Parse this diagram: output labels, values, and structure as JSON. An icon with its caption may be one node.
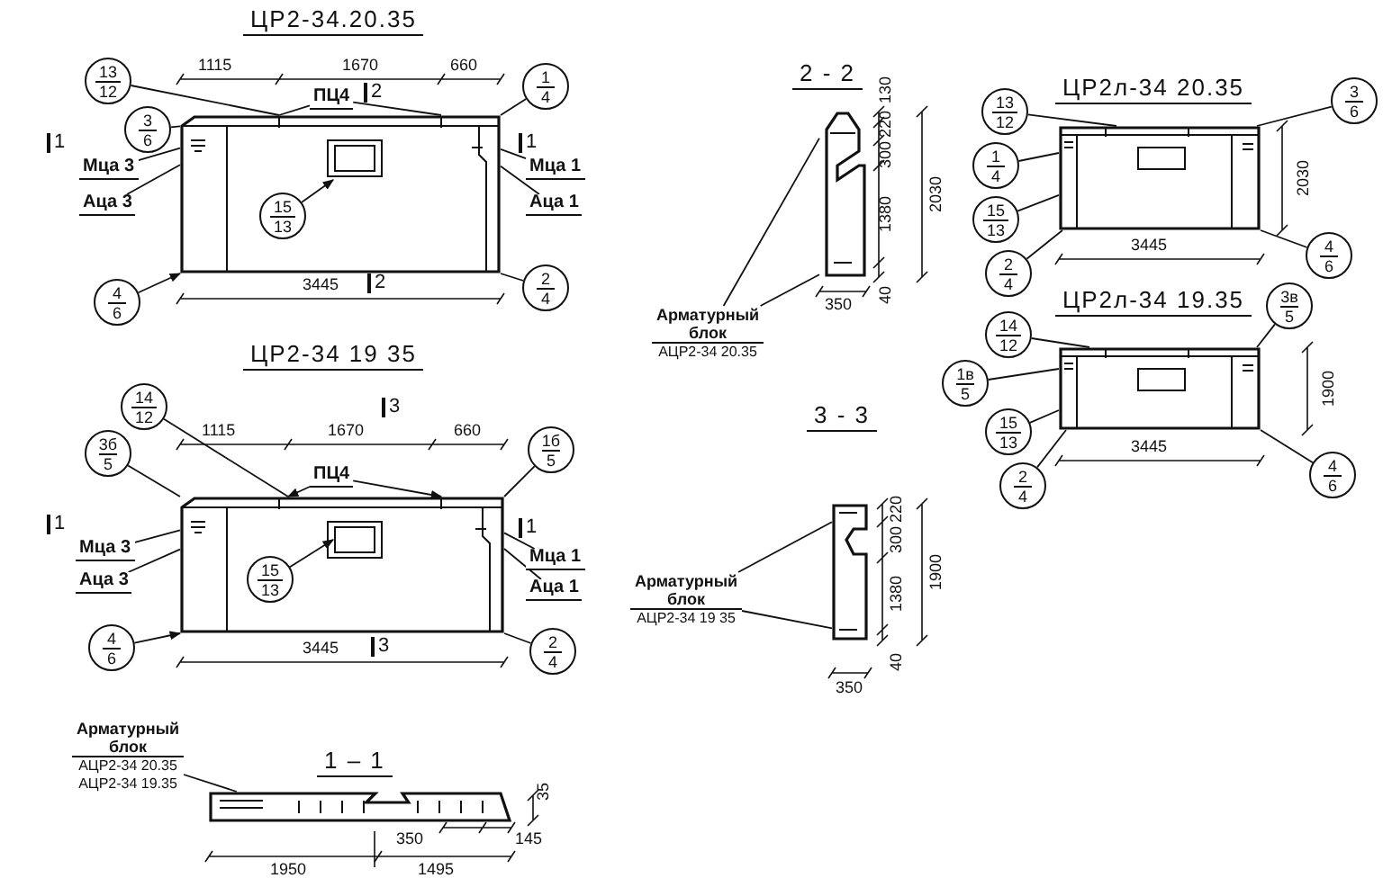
{
  "diagram": {
    "nodes": [
      {
        "text": [],
        "shape": "picture"
      },
      {
        "text": [
          "13",
          "12"
        ]
      },
      {
        "text": [
          "3",
          "6"
        ]
      },
      {
        "text": [
          "1",
          "4"
        ]
      },
      {
        "text": [
          "15",
          "13"
        ],
        "in": 0
      },
      {
        "text": [
          "4",
          "6"
        ]
      },
      {
        "text": [
          "2",
          "4"
        ]
      },
      {
        "text": [
          "Мца 3"
        ]
      },
      {
        "text": [
          "Аца 3"
        ]
      },
      {
        "text": [
          "Мца 1"
        ]
      },
      {
        "text": [
          "Аца 1"
        ]
      },
      {
        "text": [
          "ПЦ4"
        ]
      },
      {
        "text": [],
        "shape": "picture"
      },
      {
        "text": [
          "14",
          "12"
        ]
      },
      {
        "text": [
          "3б",
          "5"
        ]
      },
      {
        "text": [
          "1б",
          "5"
        ]
      },
      {
        "text": [
          "15",
          "13"
        ],
        "in": 12
      },
      {
        "text": [
          "4",
          "6"
        ]
      },
      {
        "text": [
          "2",
          "4"
        ]
      },
      {
        "text": [
          "Мца 3"
        ]
      },
      {
        "text": [
          "Аца 3"
        ]
      },
      {
        "text": [
          "Мца 1"
        ]
      },
      {
        "text": [
          "Аца 1"
        ]
      },
      {
        "text": [
          "ПЦ4"
        ]
      },
      {
        "text": [],
        "shape": "picture"
      },
      {
        "text": [
          "Арматурный блок",
          "АЦР2-34 20.35",
          "АЦР2-34 19.35"
        ]
      },
      {
        "text": [],
        "shape": "picture"
      },
      {
        "text": [
          "Арматурный блок",
          "АЦР2-34 20.35"
        ]
      },
      {
        "text": [],
        "shape": "picture"
      },
      {
        "text": [
          "Арматурный блок",
          "АЦР2-34 19 35"
        ]
      },
      {
        "text": [],
        "shape": "picture"
      },
      {
        "text": [
          "13",
          "12"
        ]
      },
      {
        "text": [
          "1",
          "4"
        ]
      },
      {
        "text": [
          "15",
          "13"
        ]
      },
      {
        "text": [
          "2",
          "4"
        ]
      },
      {
        "text": [
          "3",
          "6"
        ]
      },
      {
        "text": [
          "4",
          "6"
        ]
      },
      {
        "text": [],
        "shape": "picture"
      },
      {
        "text": [
          "14",
          "12"
        ]
      },
      {
        "text": [
          "1в",
          "5"
        ]
      },
      {
        "text": [
          "15",
          "13"
        ]
      },
      {
        "text": [
          "2",
          "4"
        ]
      },
      {
        "text": [
          "3в",
          "5"
        ]
      },
      {
        "text": [
          "4",
          "6"
        ]
      }
    ],
    "edges": [
      {
        "from": 1,
        "to": 0,
        "arrow": "none"
      },
      {
        "from": 2,
        "to": 0,
        "arrow": "none"
      },
      {
        "from": 3,
        "to": 0,
        "arrow": "none"
      },
      {
        "from": 4,
        "to": null,
        "arrow": "to"
      },
      {
        "from": 5,
        "to": 0,
        "arrow": "to"
      },
      {
        "from": 6,
        "to": 0,
        "arrow": "none"
      },
      {
        "from": 7,
        "to": 0,
        "arrow": "none"
      },
      {
        "from": 8,
        "to": 0,
        "arrow": "none"
      },
      {
        "from": 9,
        "to": 0,
        "arrow": "none"
      },
      {
        "from": 10,
        "to": 0,
        "arrow": "none"
      },
      {
        "from": 11,
        "to": 0,
        "arrow": "none"
      },
      {
        "from": 11,
        "to": 0,
        "arrow": "none"
      },
      {
        "from": 13,
        "to": 12,
        "arrow": "none"
      },
      {
        "from": 14,
        "to": 12,
        "arrow": "none"
      },
      {
        "from": 15,
        "to": 12,
        "arrow": "none"
      },
      {
        "from": 16,
        "to": null,
        "arrow": "to"
      },
      {
        "from": 17,
        "to": 12,
        "arrow": "to"
      },
      {
        "from": 18,
        "to": 12,
        "arrow": "none"
      },
      {
        "from": 19,
        "to": 12,
        "arrow": "none"
      },
      {
        "from": 20,
        "to": 12,
        "arrow": "none"
      },
      {
        "from": 21,
        "to": 12,
        "arrow": "none"
      },
      {
        "from": 22,
        "to": 12,
        "arrow": "none"
      },
      {
        "from": 23,
        "to": 12,
        "arrow": "to"
      },
      {
        "from": 23,
        "to": 12,
        "arrow": "to"
      },
      {
        "from": 25,
        "to": 24,
        "arrow": "none"
      },
      {
        "from": 27,
        "to": 26,
        "arrow": "none"
      },
      {
        "from": 27,
        "to": 26,
        "arrow": "none"
      },
      {
        "from": 29,
        "to": 28,
        "arrow": "none"
      },
      {
        "from": 29,
        "to": 28,
        "arrow": "none"
      },
      {
        "from": 31,
        "to": 30,
        "arrow": "none"
      },
      {
        "from": 32,
        "to": 30,
        "arrow": "none"
      },
      {
        "from": 33,
        "to": 30,
        "arrow": "none"
      },
      {
        "from": 34,
        "to": 30,
        "arrow": "none"
      },
      {
        "from": 35,
        "to": 30,
        "arrow": "none"
      },
      {
        "from": 36,
        "to": 30,
        "arrow": "none"
      },
      {
        "from": 38,
        "to": 37,
        "arrow": "none"
      },
      {
        "from": 39,
        "to": 37,
        "arrow": "none"
      },
      {
        "from": 40,
        "to": 37,
        "arrow": "none"
      },
      {
        "from": 41,
        "to": 37,
        "arrow": "none"
      },
      {
        "from": 42,
        "to": 37,
        "arrow": "none"
      },
      {
        "from": 43,
        "to": 37,
        "arrow": "none"
      }
    ],
    "labels": [
      "ЦР2-34.20.35",
      "1115",
      "1670",
      "660",
      "2",
      "1",
      "1",
      "3445",
      "2",
      "ЦР2-34 19 35",
      "1115",
      "1670",
      "660",
      "3",
      "1",
      "1",
      "3445",
      "3",
      "1 – 1",
      "35",
      "350",
      "145",
      "1950",
      "1495",
      "2 - 2",
      "130",
      "220",
      "300",
      "1380",
      "40",
      "2030",
      "350",
      "3 - 3",
      "220",
      "300",
      "1380",
      "40",
      "1900",
      "350",
      "ЦР2л-34 20.35",
      "2030",
      "3445",
      "ЦР2л-34 19.35",
      "1900",
      "3445"
    ]
  }
}
